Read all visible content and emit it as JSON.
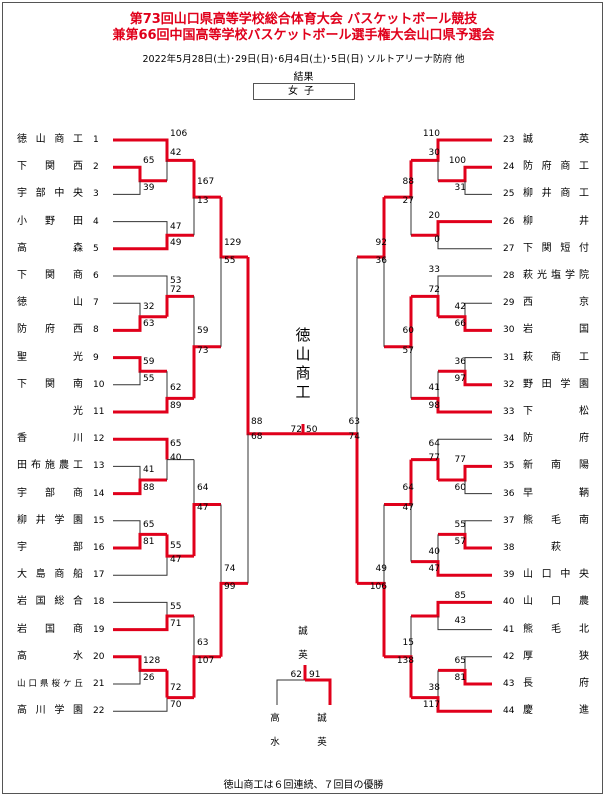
{
  "header": {
    "title_line1": "第73回山口県高等学校総合体育大会 バスケットボール競技",
    "title_line2": "兼第66回中国高等学校バスケットボール選手権大会山口県予選会",
    "subtitle": "2022年5月28日(土)･29日(日)･6月4日(土)･5日(日)  ソルトアリーナ防府 他",
    "result_label": "結果",
    "category": "女子"
  },
  "left_teams": [
    {
      "num": "1",
      "name": "徳山商工"
    },
    {
      "num": "2",
      "name": "下関西"
    },
    {
      "num": "3",
      "name": "宇部中央"
    },
    {
      "num": "4",
      "name": "小野田"
    },
    {
      "num": "5",
      "name": "高森"
    },
    {
      "num": "6",
      "name": "下関商"
    },
    {
      "num": "7",
      "name": "徳山"
    },
    {
      "num": "8",
      "name": "防府西"
    },
    {
      "num": "9",
      "name": "聖光"
    },
    {
      "num": "10",
      "name": "下関南"
    },
    {
      "num": "11",
      "name": "光"
    },
    {
      "num": "12",
      "name": "香川"
    },
    {
      "num": "13",
      "name": "田布施農工"
    },
    {
      "num": "14",
      "name": "宇部商"
    },
    {
      "num": "15",
      "name": "柳井学園"
    },
    {
      "num": "16",
      "name": "宇部"
    },
    {
      "num": "17",
      "name": "大島商船"
    },
    {
      "num": "18",
      "name": "岩国総合"
    },
    {
      "num": "19",
      "name": "岩国商"
    },
    {
      "num": "20",
      "name": "高水"
    },
    {
      "num": "21",
      "name": "山口県桜ケ丘"
    },
    {
      "num": "22",
      "name": "高川学園"
    }
  ],
  "right_teams": [
    {
      "num": "23",
      "name": "誠英"
    },
    {
      "num": "24",
      "name": "防府商工"
    },
    {
      "num": "25",
      "name": "柳井商工"
    },
    {
      "num": "26",
      "name": "柳井"
    },
    {
      "num": "27",
      "name": "下関短付"
    },
    {
      "num": "28",
      "name": "萩光塩学院"
    },
    {
      "num": "29",
      "name": "西京"
    },
    {
      "num": "30",
      "name": "岩国"
    },
    {
      "num": "31",
      "name": "萩商工"
    },
    {
      "num": "32",
      "name": "野田学園"
    },
    {
      "num": "33",
      "name": "下松"
    },
    {
      "num": "34",
      "name": "防府"
    },
    {
      "num": "35",
      "name": "新南陽"
    },
    {
      "num": "36",
      "name": "早鞆"
    },
    {
      "num": "37",
      "name": "熊毛南"
    },
    {
      "num": "38",
      "name": "萩"
    },
    {
      "num": "39",
      "name": "山口中央"
    },
    {
      "num": "40",
      "name": "山口農"
    },
    {
      "num": "41",
      "name": "熊毛北"
    },
    {
      "num": "42",
      "name": "厚狭"
    },
    {
      "num": "43",
      "name": "長府"
    },
    {
      "num": "44",
      "name": "慶進"
    }
  ],
  "left_scores": [
    "106",
    "42",
    "65",
    "39",
    "167",
    "13",
    "47",
    "49",
    "129",
    "55",
    "53",
    "72",
    "32",
    "63",
    "59",
    "73",
    "59",
    "55",
    "62",
    "89",
    "88",
    "68",
    "65",
    "40",
    "41",
    "88",
    "64",
    "47",
    "65",
    "81",
    "55",
    "47",
    "74",
    "99",
    "55",
    "71",
    "63",
    "107",
    "128",
    "26",
    "72",
    "70"
  ],
  "right_scores": [
    "110",
    "30",
    "100",
    "31",
    "88",
    "27",
    "20",
    "0",
    "92",
    "36",
    "33",
    "72",
    "42",
    "66",
    "60",
    "57",
    "36",
    "97",
    "41",
    "98",
    "63",
    "74",
    "64",
    "77",
    "77",
    "60",
    "64",
    "47",
    "55",
    "57",
    "40",
    "47",
    "49",
    "106",
    "85",
    "43",
    "15",
    "138",
    "65",
    "81",
    "38",
    "117"
  ],
  "final": {
    "left_score": "72",
    "right_score": "50"
  },
  "champion": "徳山商工",
  "sub_final": {
    "winner_top": "誠英",
    "left_team": "高水",
    "right_team": "誠英",
    "left_score": "62",
    "right_score": "91"
  },
  "footnote": "徳山商工は６回連続、７回目の優勝",
  "colors": {
    "win_line": "#e0001b",
    "line": "#333333",
    "title": "#e0001b"
  }
}
